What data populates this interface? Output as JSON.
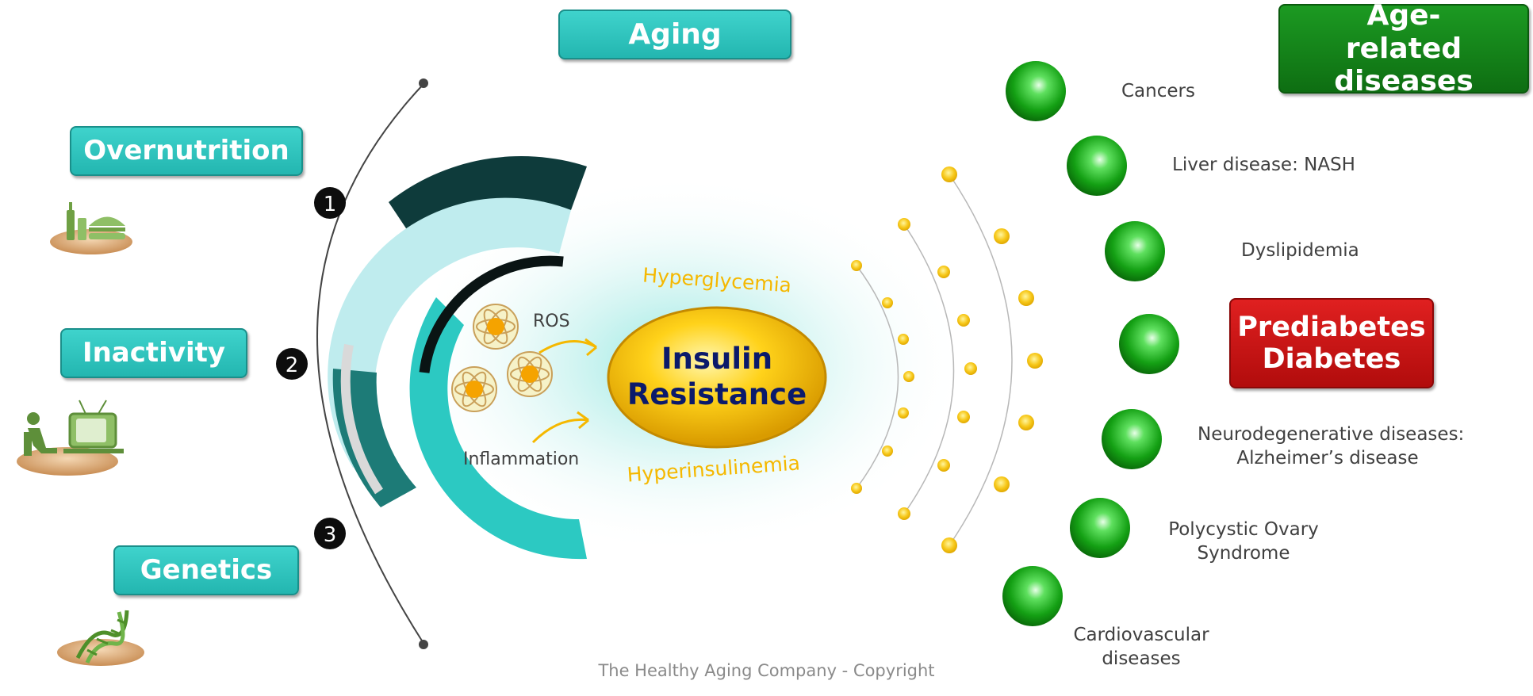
{
  "labels": {
    "aging": "Aging",
    "age_related_diseases": "Age-related diseases",
    "overnutrition": "Overnutrition",
    "inactivity": "Inactivity",
    "genetics": "Genetics",
    "prediabetes": "Prediabetes",
    "diabetes": "Diabetes"
  },
  "steps": [
    "1",
    "2",
    "3"
  ],
  "center": {
    "line1": "Insulin",
    "line2": "Resistance",
    "hyperglycemia": "Hyperglycemia",
    "hyperinsulinemia": "Hyperinsulinemia",
    "ros": "ROS",
    "inflammation": "Inflammation"
  },
  "diseases": {
    "cancers": "Cancers",
    "liver": "Liver disease: NASH",
    "dyslipidemia": "Dyslipidemia",
    "neuro_line1": "Neurodegenerative diseases:",
    "neuro_line2": "Alzheimer’s disease",
    "pcos_line1": "Polycystic Ovary",
    "pcos_line2": "Syndrome",
    "cardio_line1": "Cardiovascular",
    "cardio_line2": "diseases"
  },
  "footer": {
    "copyright": "The Healthy Aging Company - Copyright"
  },
  "colors": {
    "teal": "#2cc9c2",
    "dark_teal": "#0e3b3b",
    "green": "#128a17",
    "red": "#cc1111",
    "gold": "#f5c518",
    "navy": "#0b1a6b"
  },
  "icons": [
    "wine-burger-icon",
    "person-tv-icon",
    "dna-icon",
    "atom-icon",
    "sphere-icon"
  ]
}
